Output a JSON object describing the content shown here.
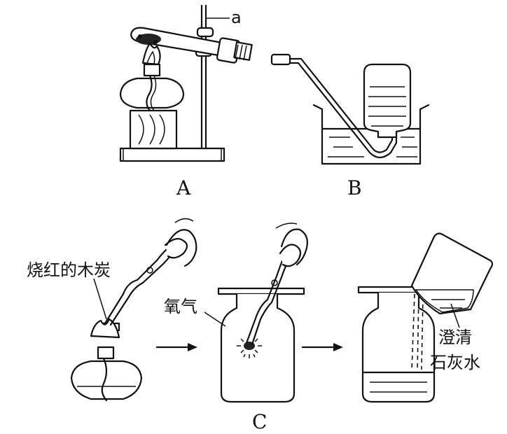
{
  "labels": {
    "a": "a",
    "A": "A",
    "B": "B",
    "C": "C",
    "charcoal": "烧红的木炭",
    "oxygen": "氧气",
    "limewater_line1": "澄清",
    "limewater_line2": "石灰水"
  }
}
